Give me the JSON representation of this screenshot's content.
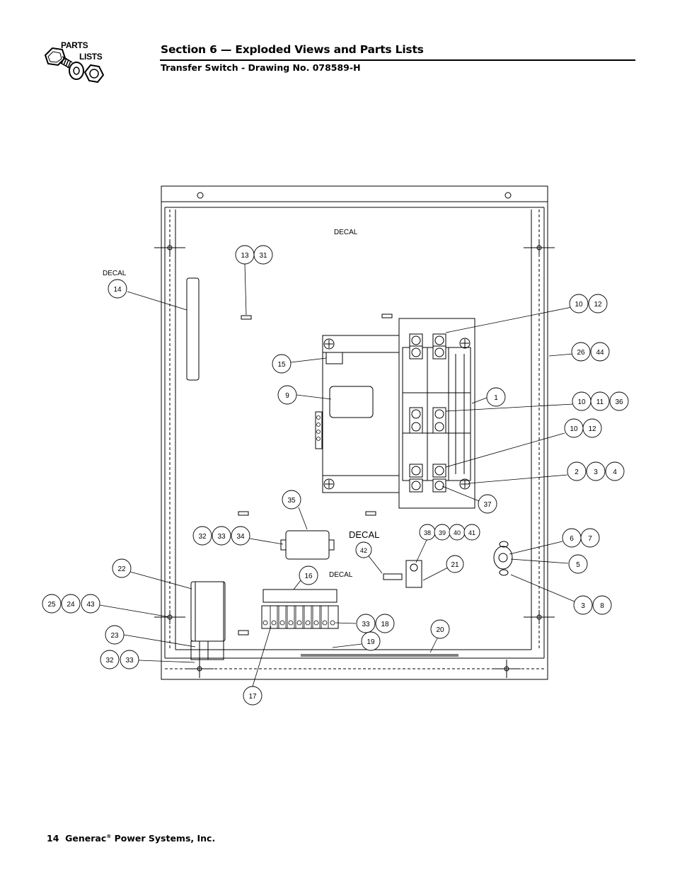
{
  "header": {
    "logo": {
      "word1": "PARTS",
      "word2": "LISTS"
    },
    "section_title": "Section 6 — Exploded Views and Parts Lists",
    "subtitle": "Transfer Switch - Drawing No. 078589-H"
  },
  "drawing": {
    "decal_labels": [
      "DECAL",
      "DECAL",
      "DECAL",
      "DECAL"
    ],
    "callouts": [
      "13",
      "31",
      "14",
      "10",
      "12",
      "26",
      "44",
      "15",
      "9",
      "1",
      "10",
      "11",
      "36",
      "10",
      "12",
      "2",
      "3",
      "4",
      "37",
      "35",
      "32",
      "33",
      "34",
      "38",
      "39",
      "40",
      "41",
      "42",
      "21",
      "6",
      "7",
      "5",
      "3",
      "8",
      "22",
      "16",
      "25",
      "24",
      "43",
      "33",
      "18",
      "19",
      "20",
      "23",
      "32",
      "33",
      "17"
    ]
  },
  "footer": {
    "page_number": "14",
    "company_brand": "Generac",
    "registered": "®",
    "company_rest": " Power Systems, Inc."
  }
}
